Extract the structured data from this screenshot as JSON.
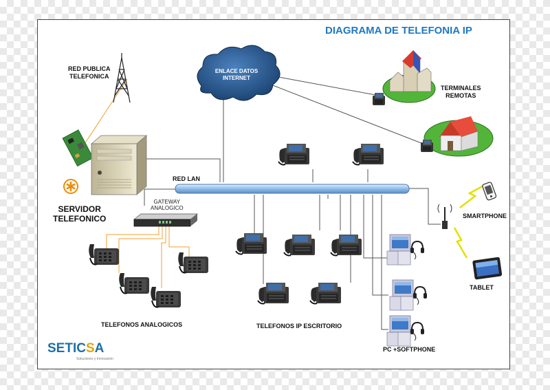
{
  "title": "DIAGRAMA DE TELEFONIA IP",
  "labels": {
    "red_publica": "RED PUBLICA\nTELEFONICA",
    "enlace": "ENLACE DATOS\nINTERNET",
    "terminales": "TERMINALES\nREMOTAS",
    "red_lan": "RED LAN",
    "gateway": "GATEWAY\nANALOGICO",
    "servidor": "SERVIDOR\nTELEFONICO",
    "smartphone": "SMARTPHONE",
    "tablet": "TABLET",
    "tel_analogicos": "TELEFONOS ANALOGICOS",
    "tel_ip": "TELEFONOS IP ESCRITORIO",
    "pc_softphone": "PC +SOFTPHONE"
  },
  "logo": {
    "text_a": "SETIC",
    "text_b": "S",
    "text_c": "A",
    "tagline": "Soluciones y Innovación"
  },
  "colors": {
    "title": "#1f78c1",
    "cloud": "#1e4f86",
    "lan_bar": "#9fc6ec",
    "orange_link": "#f0a030",
    "zigzag": "#e2e000",
    "logo": "#1d6fa8"
  }
}
